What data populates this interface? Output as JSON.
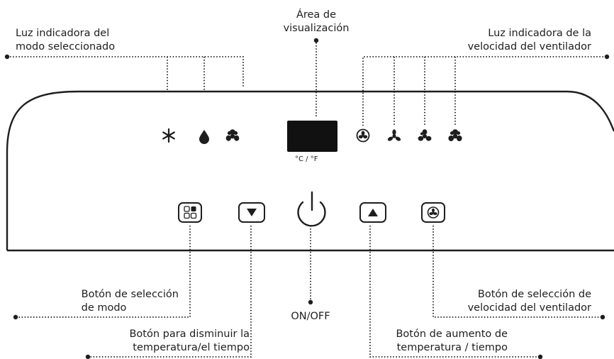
{
  "labels": {
    "display_area": [
      "Área de",
      "visualización"
    ],
    "mode_light": [
      "Luz indicadora del",
      "modo seleccionado"
    ],
    "fan_light": [
      "Luz indicadora de la",
      "velocidad del ventilador"
    ],
    "mode_button": [
      "Botón de selección",
      "de modo"
    ],
    "decrease_button": [
      "Botón para disminuir la",
      "temperatura/el tiempo"
    ],
    "power_button": [
      "ON/OFF"
    ],
    "fan_button": [
      "Botón de selección de",
      "velocidad del ventilador"
    ],
    "increase_button": [
      "Botón de aumento de",
      "temperatura / tiempo"
    ]
  },
  "display": {
    "unit_text": "°C / °F"
  },
  "icons": {
    "mode_indicators": [
      "snowflake-icon",
      "droplet-icon",
      "fan-icon"
    ],
    "fan_speed_indicators": [
      "fan-auto-icon",
      "fan-low-icon",
      "fan-medium-icon",
      "fan-high-icon"
    ],
    "buttons": [
      "mode-button",
      "down-arrow-button",
      "power-button",
      "up-arrow-button",
      "fan-speed-button"
    ]
  },
  "colors": {
    "line": "#1e1e1e",
    "panel": "#ffffff",
    "display": "#111111"
  }
}
